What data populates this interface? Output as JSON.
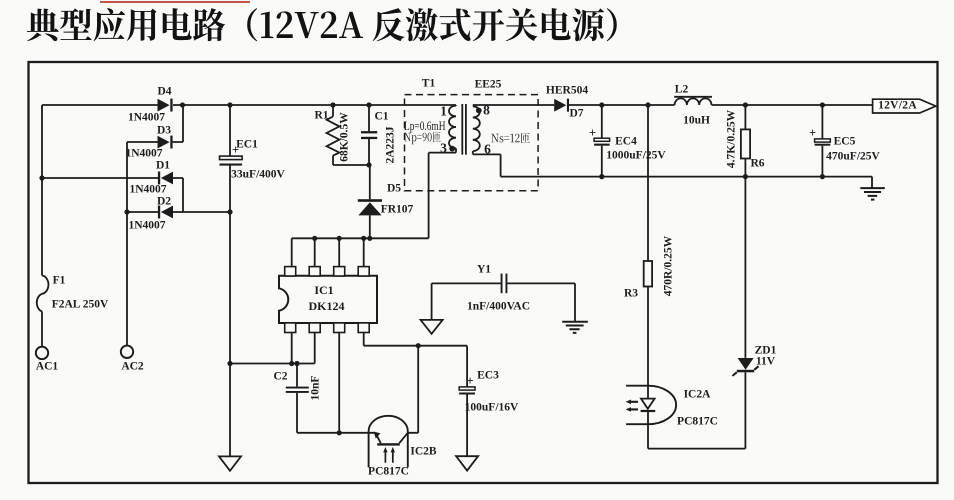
{
  "page": {
    "title": "典型应用电路（12V2A 反激式开关电源）",
    "type": "schematic"
  },
  "colors": {
    "ink": "#1c1c1c",
    "paper": "#fafaf9",
    "marker_red": "#c0564f"
  },
  "components": {
    "d4": {
      "ref": "D4",
      "part": "1N4007"
    },
    "d3": {
      "ref": "D3",
      "part": "1N4007"
    },
    "d1": {
      "ref": "D1",
      "part": "1N4007"
    },
    "d2": {
      "ref": "D2",
      "part": "1N4007"
    },
    "f1": {
      "ref": "F1",
      "value": "F2AL 250V"
    },
    "ac1": {
      "label": "AC1"
    },
    "ac2": {
      "label": "AC2"
    },
    "ec1": {
      "ref": "EC1",
      "value": "33uF/400V",
      "polarity": "+"
    },
    "r1": {
      "ref": "R1",
      "value": "68K/0.5W"
    },
    "c1": {
      "ref": "C1",
      "value": "2A223J"
    },
    "d5": {
      "ref": "D5",
      "part": "FR107"
    },
    "t1": {
      "ref": "T1",
      "core": "EE25",
      "primary": {
        "pin_top": "1",
        "pin_bottom": "3",
        "inductance": "Lp=0.6mH",
        "turns": "Np=90匝"
      },
      "secondary": {
        "pin_top": "8",
        "pin_bottom": "6",
        "turns": "Ns=12匝"
      }
    },
    "d7": {
      "ref": "D7",
      "part": "HER504"
    },
    "ec4": {
      "ref": "EC4",
      "value": "1000uF/25V",
      "polarity": "+"
    },
    "l2": {
      "ref": "L2",
      "value": "10uH"
    },
    "r6": {
      "ref": "R6",
      "value": "4.7K/0.25W"
    },
    "ec5": {
      "ref": "EC5",
      "value": "470uF/25V",
      "polarity": "+"
    },
    "output": {
      "label": "12V/2A"
    },
    "ic1": {
      "ref": "IC1",
      "part": "DK124"
    },
    "c2": {
      "ref": "C2",
      "value": "10nF"
    },
    "y1": {
      "ref": "Y1",
      "value": "1nF/400VAC"
    },
    "ec3": {
      "ref": "EC3",
      "value": "100uF/16V",
      "polarity": "+"
    },
    "r3": {
      "ref": "R3",
      "value": "470R/0.25W"
    },
    "zd1": {
      "ref": "ZD1",
      "value": "11V"
    },
    "ic2a": {
      "ref": "IC2A",
      "part": "PC817C"
    },
    "ic2b": {
      "ref": "IC2B",
      "part": "PC817C"
    }
  }
}
